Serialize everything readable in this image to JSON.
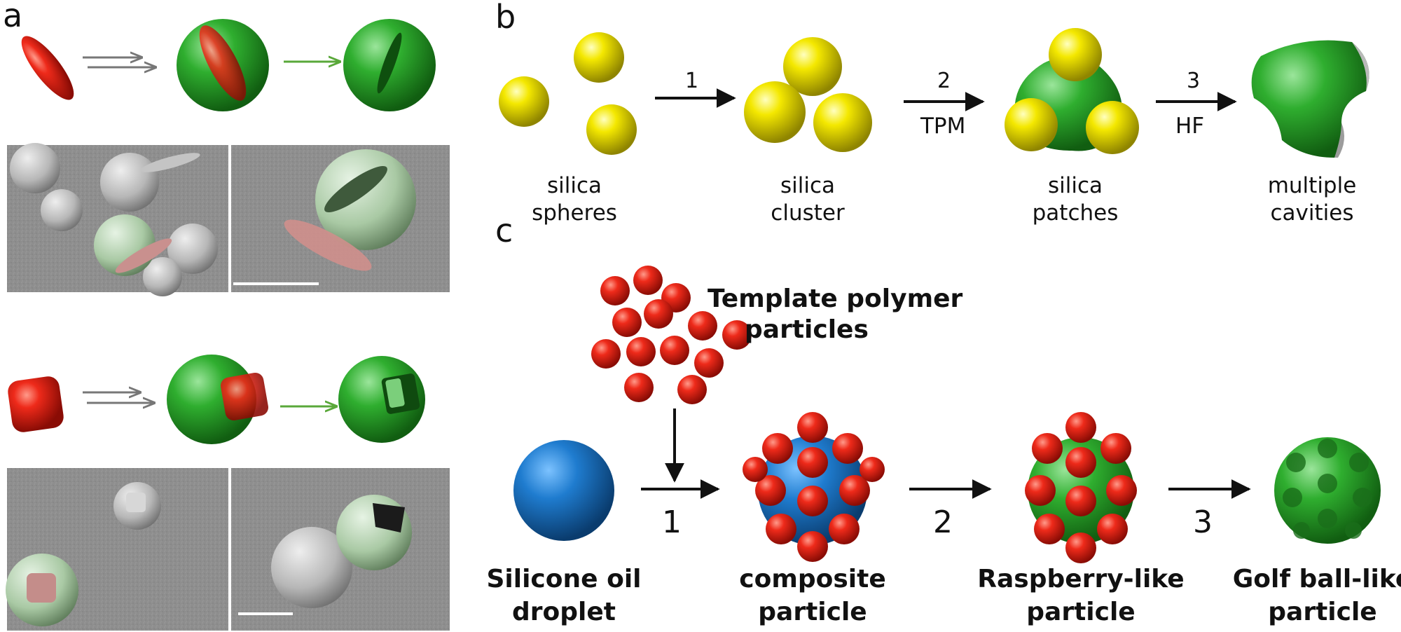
{
  "panel_a": {
    "letter": "a"
  },
  "panel_b": {
    "letter": "b",
    "steps": [
      {
        "num": "1",
        "reagent": ""
      },
      {
        "num": "2",
        "reagent": "TPM"
      },
      {
        "num": "3",
        "reagent": "HF"
      }
    ],
    "stages": [
      {
        "line1": "silica",
        "line2": "spheres"
      },
      {
        "line1": "silica",
        "line2": "cluster"
      },
      {
        "line1": "silica",
        "line2": "patches"
      },
      {
        "line1": "multiple",
        "line2": "cavities"
      }
    ]
  },
  "panel_c": {
    "letter": "c",
    "template_label": {
      "line1": "Template polymer",
      "line2": "particles"
    },
    "steps": [
      "1",
      "2",
      "3"
    ],
    "stages": [
      {
        "line1": "Silicone oil",
        "line2": "droplet"
      },
      {
        "line1": "composite",
        "line2": "particle"
      },
      {
        "line1": "Raspberry-like",
        "line2": "particle"
      },
      {
        "line1": "Golf ball-like",
        "line2": "particle"
      }
    ]
  },
  "colors": {
    "red": "#e0261a",
    "green": "#2fae2f",
    "yellow": "#f2e600",
    "blue": "#1f7ccf",
    "sem_gray": "#8c8c8c"
  }
}
